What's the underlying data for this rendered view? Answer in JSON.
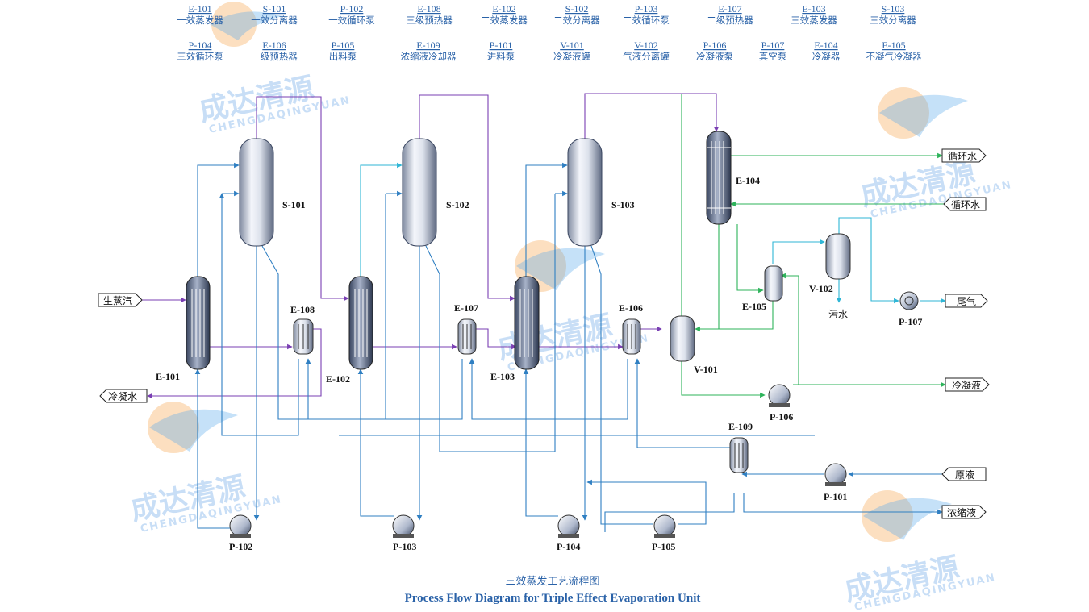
{
  "legend": [
    {
      "code": "E-101",
      "name": "一效蒸发器"
    },
    {
      "code": "S-101",
      "name": "一效分离器"
    },
    {
      "code": "P-102",
      "name": "一效循环泵"
    },
    {
      "code": "E-108",
      "name": "三级预热器"
    },
    {
      "code": "E-102",
      "name": "二效蒸发器"
    },
    {
      "code": "S-102",
      "name": "二效分离器"
    },
    {
      "code": "P-103",
      "name": "二效循环泵"
    },
    {
      "code": "E-107",
      "name": "二级预热器"
    },
    {
      "code": "E-103",
      "name": "三效蒸发器"
    },
    {
      "code": "S-103",
      "name": "三效分离器"
    },
    {
      "code": "P-104",
      "name": "三效循环泵"
    },
    {
      "code": "E-106",
      "name": "一级预热器"
    },
    {
      "code": "P-105",
      "name": "出料泵"
    },
    {
      "code": "E-109",
      "name": "浓缩液冷却器"
    },
    {
      "code": "P-101",
      "name": "进料泵"
    },
    {
      "code": "V-101",
      "name": "冷凝液罐"
    },
    {
      "code": "V-102",
      "name": "气液分离罐"
    },
    {
      "code": "P-106",
      "name": "冷凝液泵"
    },
    {
      "code": "P-107",
      "name": "真空泵"
    },
    {
      "code": "E-104",
      "name": "冷凝器"
    },
    {
      "code": "E-105",
      "name": "不凝气冷凝器"
    }
  ],
  "equipment": {
    "e101": "E-101",
    "e102": "E-102",
    "e103": "E-103",
    "e104": "E-104",
    "e105": "E-105",
    "e106": "E-106",
    "e107": "E-107",
    "e108": "E-108",
    "e109": "E-109",
    "s101": "S-101",
    "s102": "S-102",
    "s103": "S-103",
    "v101": "V-101",
    "v102": "V-102",
    "p101": "P-101",
    "p102": "P-102",
    "p103": "P-103",
    "p104": "P-104",
    "p105": "P-105",
    "p106": "P-106",
    "p107": "P-107"
  },
  "streams": {
    "steam": "生蒸汽",
    "condensate_water": "冷凝水",
    "cooling_water_out": "循环水",
    "cooling_water_in": "循环水",
    "tail_gas": "尾气",
    "condensate_liquid": "冷凝液",
    "raw_liquid": "原液",
    "concentrate": "浓缩液",
    "sewage": "污水"
  },
  "title": {
    "cn": "三效蒸发工艺流程图",
    "en": "Process Flow Diagram for Triple Effect Evaporation Unit"
  },
  "watermark": {
    "cn": "成达清源",
    "en": "CHENGDAQINGYUAN"
  },
  "colors": {
    "stream_blue": "#2f7fc2",
    "vapor_purple": "#7a3fb3",
    "cooling_green": "#2db35a",
    "gas_cyan": "#2fb6d6",
    "label_blue": "#2a62a8"
  }
}
